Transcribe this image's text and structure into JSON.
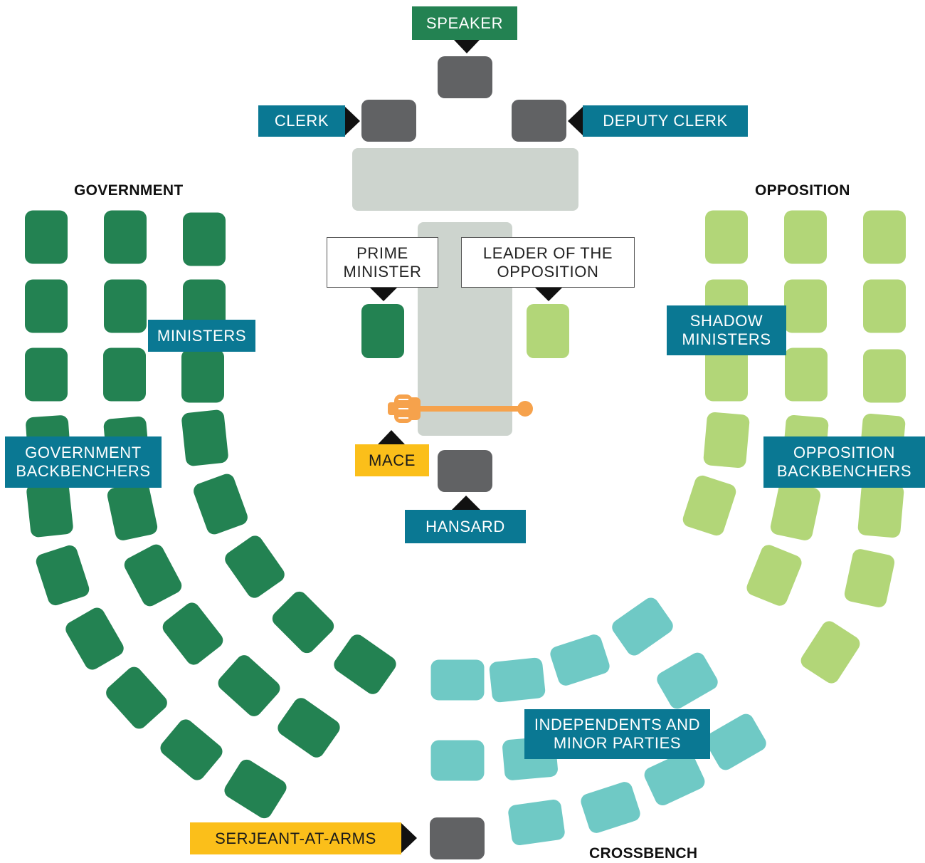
{
  "sections": {
    "government": "GOVERNMENT",
    "opposition": "OPPOSITION",
    "crossbench": "CROSSBENCH"
  },
  "labels": {
    "speaker": "SPEAKER",
    "clerk": "CLERK",
    "deputy_clerk": "DEPUTY CLERK",
    "prime_minister": "PRIME\nMINISTER",
    "leader_of_the_opposition": "LEADER OF THE\nOPPOSITION",
    "ministers": "MINISTERS",
    "shadow_ministers": "SHADOW\nMINISTERS",
    "government_backbenchers": "GOVERNMENT\nBACKBENCHERS",
    "opposition_backbenchers": "OPPOSITION\nBACKBENCHERS",
    "mace": "MACE",
    "hansard": "HANSARD",
    "independents_and_minor_parties": "INDEPENDENTS AND\nMINOR PARTIES",
    "serjeant_at_arms": "SERJEANT-AT-ARMS"
  },
  "colors": {
    "government_seat": "#238252",
    "opposition_seat": "#b2d678",
    "crossbench_seat": "#6fc9c5",
    "official_seat": "#616264",
    "table": "#cdd4ce",
    "mace": "#f6a24c",
    "label_blue": "#0a7893",
    "label_green": "#238252",
    "label_gold": "#fbbf1a"
  }
}
